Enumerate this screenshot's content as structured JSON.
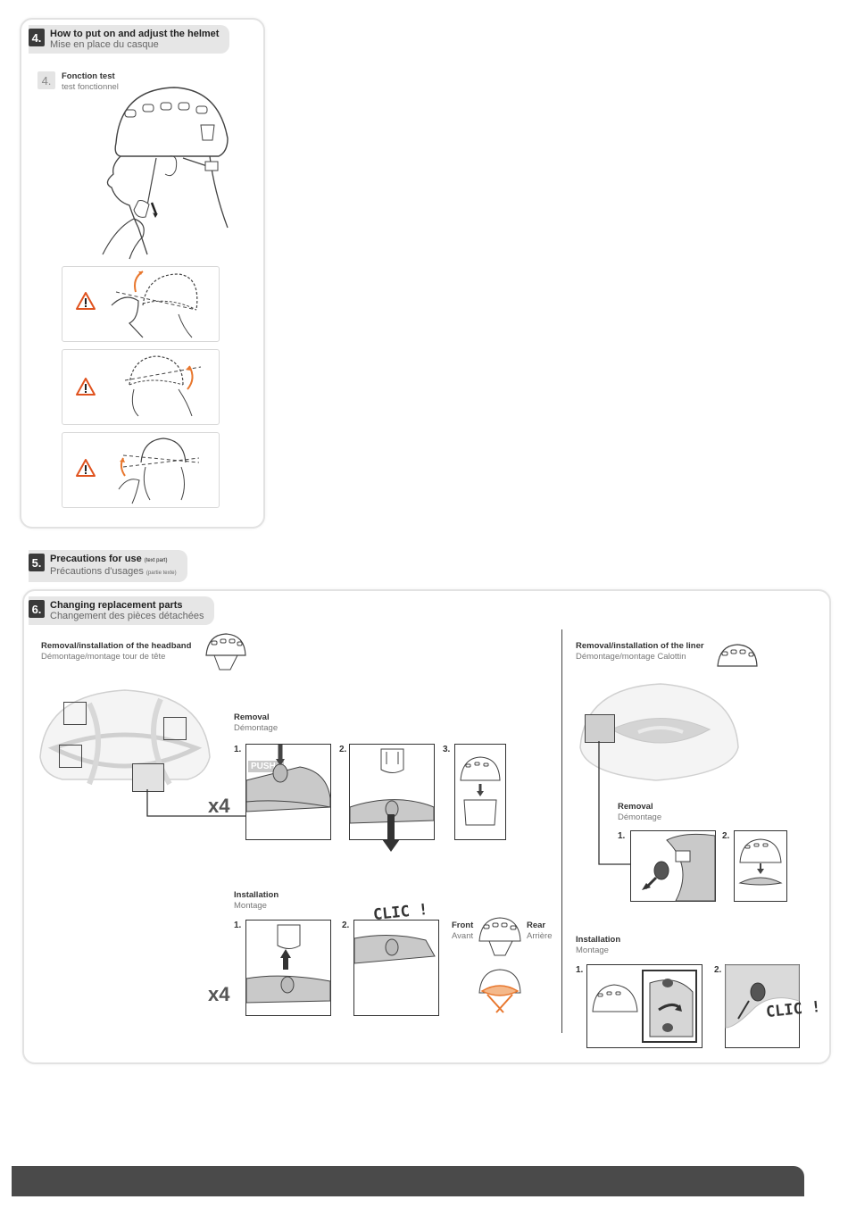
{
  "section4": {
    "number": "4.",
    "title": "How to put on and adjust the helmet",
    "subtitle": "Mise en place du casque",
    "sub": {
      "number": "4.",
      "title": "Fonction test",
      "subtitle": "test fonctionnel"
    }
  },
  "section5": {
    "number": "5.",
    "title": "Precautions for use",
    "title_note": "(text part)",
    "subtitle": "Précautions d'usages",
    "subtitle_note": "(partie texte)"
  },
  "section6": {
    "number": "6.",
    "title": "Changing replacement parts",
    "subtitle": "Changement des pièces détachées",
    "headband": {
      "title": "Removal/installation of the headband",
      "subtitle": "Démontage/montage tour de tête",
      "removal_label": "Removal",
      "removal_sub": "Démontage",
      "installation_label": "Installation",
      "installation_sub": "Montage",
      "multiplier": "x4",
      "push_text": "PUSH !",
      "clic_text": "CLIC !",
      "front_label": "Front",
      "front_sub": "Avant",
      "rear_label": "Rear",
      "rear_sub": "Arrière",
      "steps": [
        "1.",
        "2.",
        "3."
      ]
    },
    "liner": {
      "title": "Removal/installation of the liner",
      "subtitle": "Démontage/montage Calottin",
      "removal_label": "Removal",
      "removal_sub": "Démontage",
      "installation_label": "Installation",
      "installation_sub": "Montage",
      "clic_text": "CLIC !",
      "steps": [
        "1.",
        "2."
      ]
    }
  },
  "colors": {
    "warning": "#e0531f",
    "accent_orange": "#e8772e",
    "dark": "#3a3a3a",
    "panel_border": "#e2e2e2"
  },
  "icons": [
    "warning-triangle-icon",
    "helmet-icon",
    "arrow-down-icon"
  ]
}
